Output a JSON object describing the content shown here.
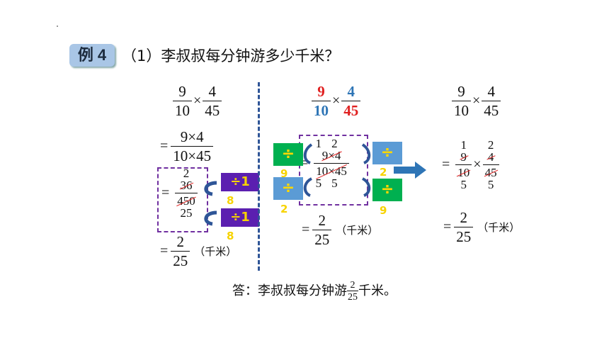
{
  "header": {
    "example_label": "例 4",
    "question": "（1）李叔叔每分钟游多少千米？"
  },
  "expr": {
    "a_num": "9",
    "a_den": "10",
    "b_num": "4",
    "b_den": "45",
    "times": "×",
    "equals": "="
  },
  "left": {
    "step1_num": "9×4",
    "step1_den": "10×45",
    "step2_top": "2",
    "step2_num": "36",
    "step2_den": "450",
    "step2_bottom": "25",
    "result_num": "2",
    "result_den": "25",
    "unit": "（千米）",
    "op1": "÷1",
    "op1_sub": "8",
    "op2": "÷1",
    "op2_sub": "8"
  },
  "middle": {
    "top_1": "1",
    "top_2": "2",
    "mid_num": "9×4",
    "mid_den": "10×45",
    "bot_1": "5",
    "bot_2": "5",
    "div_sign": "÷",
    "n9a": "9",
    "n2a": "2",
    "n2b": "2",
    "n9b": "9",
    "result_num": "2",
    "result_den": "25",
    "unit": "（千米）"
  },
  "right": {
    "top_1": "1",
    "top_2": "2",
    "num_1": "9",
    "num_2": "4",
    "den_1": "10",
    "den_2": "45",
    "bot_1": "5",
    "bot_2": "5",
    "result_num": "2",
    "result_den": "25",
    "unit": "（千米）"
  },
  "answer": {
    "prefix": "答：李叔叔每分钟游",
    "frac_num": "2",
    "frac_den": "25",
    "suffix": "千米。"
  },
  "colors": {
    "badge": "#a9c6e6",
    "purple": "#5b1fb0",
    "green": "#00b050",
    "blue": "#5b9bd5",
    "yellow": "#f7d300",
    "red": "#e02020",
    "dash_line": "#2f5597"
  }
}
